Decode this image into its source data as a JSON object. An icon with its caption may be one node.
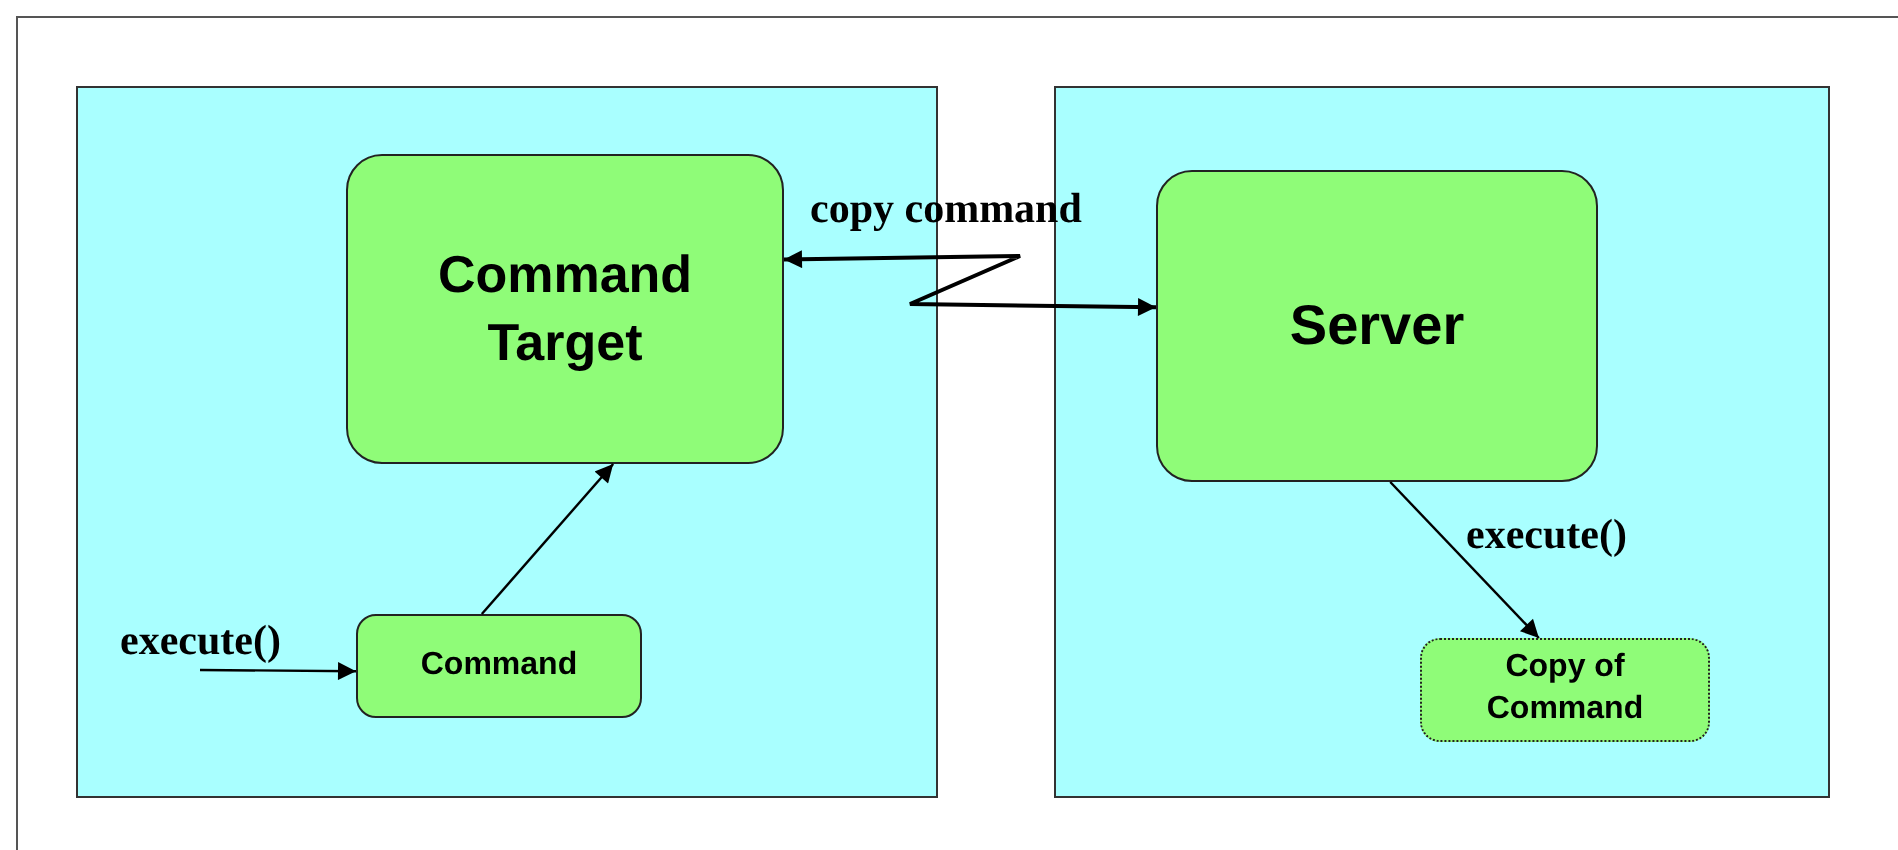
{
  "diagram": {
    "nodes": [
      {
        "text": [],
        "shape": "box"
      },
      {
        "text": [
          "Command Target"
        ],
        "in": 0
      },
      {
        "text": [
          "Command"
        ],
        "in": 0
      },
      {
        "text": [],
        "shape": "box"
      },
      {
        "text": [
          "Server"
        ],
        "in": 3
      },
      {
        "text": [
          "Copy of Command"
        ],
        "in": 3
      }
    ],
    "edges": [
      {
        "from": null,
        "to": 2,
        "arrow": "to",
        "label": "execute()"
      },
      {
        "from": 2,
        "to": 1,
        "arrow": "to"
      },
      {
        "from": 1,
        "to": 4,
        "arrow": "both",
        "label": "copy command"
      },
      {
        "from": 4,
        "to": 5,
        "arrow": "to",
        "label": "execute()"
      }
    ]
  }
}
